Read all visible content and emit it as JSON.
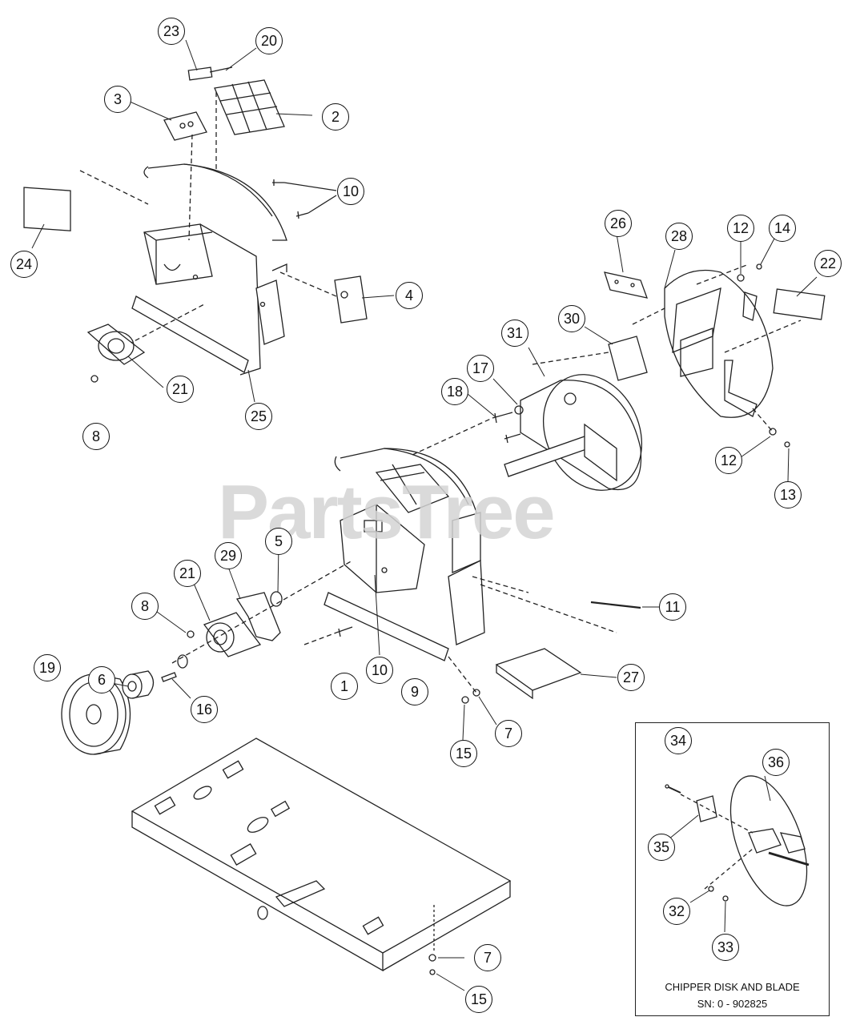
{
  "watermark": "PartsTree",
  "inset": {
    "title": "CHIPPER DISK AND BLADE",
    "subtitle": "SN: 0 - 902825"
  },
  "callouts": [
    {
      "id": "c1",
      "label": "1"
    },
    {
      "id": "c2",
      "label": "2"
    },
    {
      "id": "c3",
      "label": "3"
    },
    {
      "id": "c4",
      "label": "4"
    },
    {
      "id": "c5",
      "label": "5"
    },
    {
      "id": "c6",
      "label": "6"
    },
    {
      "id": "c7a",
      "label": "7"
    },
    {
      "id": "c7b",
      "label": "7"
    },
    {
      "id": "c8a",
      "label": "8"
    },
    {
      "id": "c8b",
      "label": "8"
    },
    {
      "id": "c9",
      "label": "9"
    },
    {
      "id": "c10a",
      "label": "10"
    },
    {
      "id": "c10b",
      "label": "10"
    },
    {
      "id": "c11",
      "label": "11"
    },
    {
      "id": "c12a",
      "label": "12"
    },
    {
      "id": "c12b",
      "label": "12"
    },
    {
      "id": "c13",
      "label": "13"
    },
    {
      "id": "c14",
      "label": "14"
    },
    {
      "id": "c15a",
      "label": "15"
    },
    {
      "id": "c15b",
      "label": "15"
    },
    {
      "id": "c16",
      "label": "16"
    },
    {
      "id": "c17",
      "label": "17"
    },
    {
      "id": "c18",
      "label": "18"
    },
    {
      "id": "c19",
      "label": "19"
    },
    {
      "id": "c20",
      "label": "20"
    },
    {
      "id": "c21a",
      "label": "21"
    },
    {
      "id": "c21b",
      "label": "21"
    },
    {
      "id": "c22",
      "label": "22"
    },
    {
      "id": "c23",
      "label": "23"
    },
    {
      "id": "c24",
      "label": "24"
    },
    {
      "id": "c25",
      "label": "25"
    },
    {
      "id": "c26",
      "label": "26"
    },
    {
      "id": "c27",
      "label": "27"
    },
    {
      "id": "c28",
      "label": "28"
    },
    {
      "id": "c29",
      "label": "29"
    },
    {
      "id": "c30",
      "label": "30"
    },
    {
      "id": "c31",
      "label": "31"
    },
    {
      "id": "c32",
      "label": "32"
    },
    {
      "id": "c33",
      "label": "33"
    },
    {
      "id": "c34",
      "label": "34"
    },
    {
      "id": "c35",
      "label": "35"
    },
    {
      "id": "c36",
      "label": "36"
    }
  ]
}
